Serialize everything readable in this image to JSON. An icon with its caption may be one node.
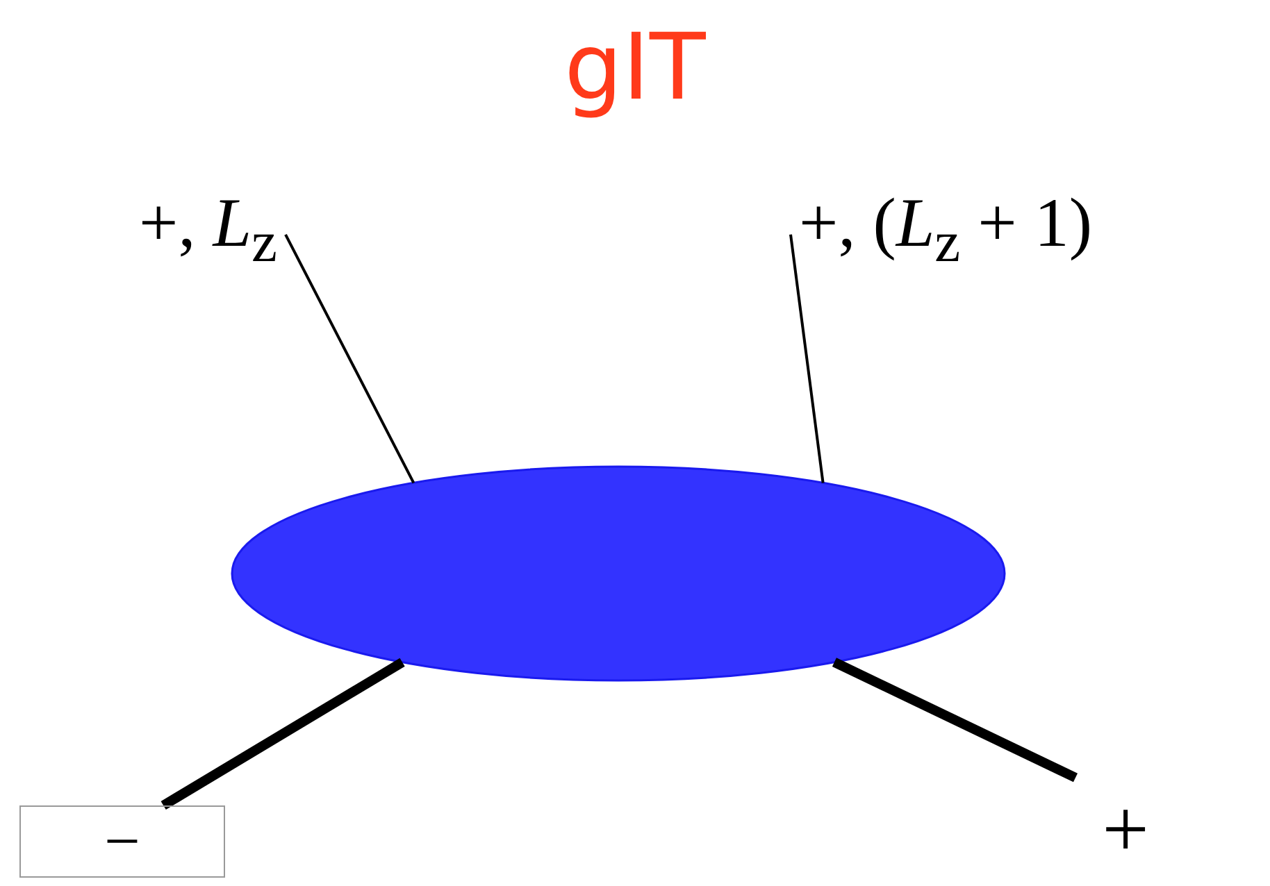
{
  "diagram": {
    "title": "gIT",
    "nodes": [
      {
        "text": [],
        "shape": "ellipse"
      },
      {
        "text": [
          "+, *L*$_{z}$"
        ]
      },
      {
        "text": [
          "+, (*L*$_{z}$ + 1)"
        ]
      },
      {
        "text": [
          "−"
        ]
      },
      {
        "text": [
          "+"
        ]
      }
    ],
    "edges": [
      {
        "from": 1,
        "to": 0,
        "arrow": "none"
      },
      {
        "from": 2,
        "to": 0,
        "arrow": "none"
      },
      {
        "from": 0,
        "to": 3,
        "arrow": "none",
        "style": "thick"
      },
      {
        "from": 0,
        "to": 4,
        "arrow": "none",
        "style": "thick"
      }
    ]
  }
}
